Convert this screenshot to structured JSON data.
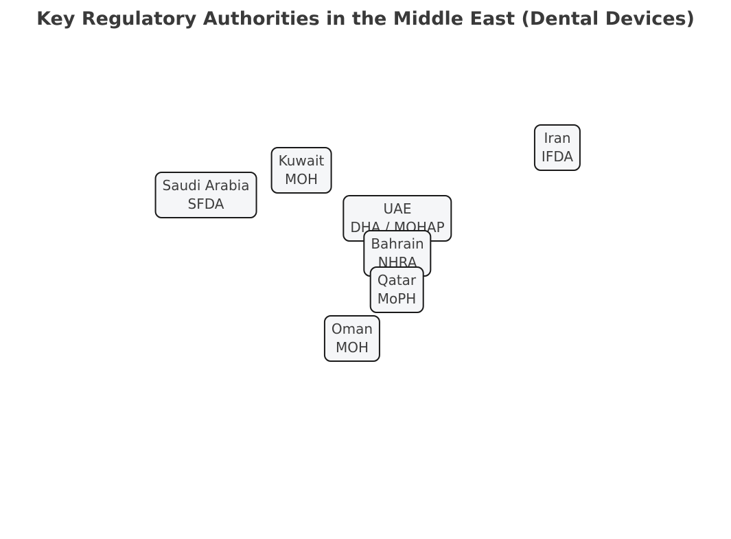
{
  "title": "Key Regulatory Authorities in the Middle East (Dental Devices)",
  "colors": {
    "background": "#ffffff",
    "node_fill": "#f5f6f8",
    "node_border": "#1a1a1a",
    "node_text": "#3d3d3d",
    "title_text": "#3a3a3a"
  },
  "nodes": [
    {
      "country": "Saudi Arabia",
      "agency": "SFDA"
    },
    {
      "country": "Kuwait",
      "agency": "MOH"
    },
    {
      "country": "UAE",
      "agency": "DHA / MOHAP"
    },
    {
      "country": "Bahrain",
      "agency": "NHRA"
    },
    {
      "country": "Qatar",
      "agency": "MoPH"
    },
    {
      "country": "Oman",
      "agency": "MOH"
    },
    {
      "country": "Iran",
      "agency": "IFDA"
    }
  ]
}
